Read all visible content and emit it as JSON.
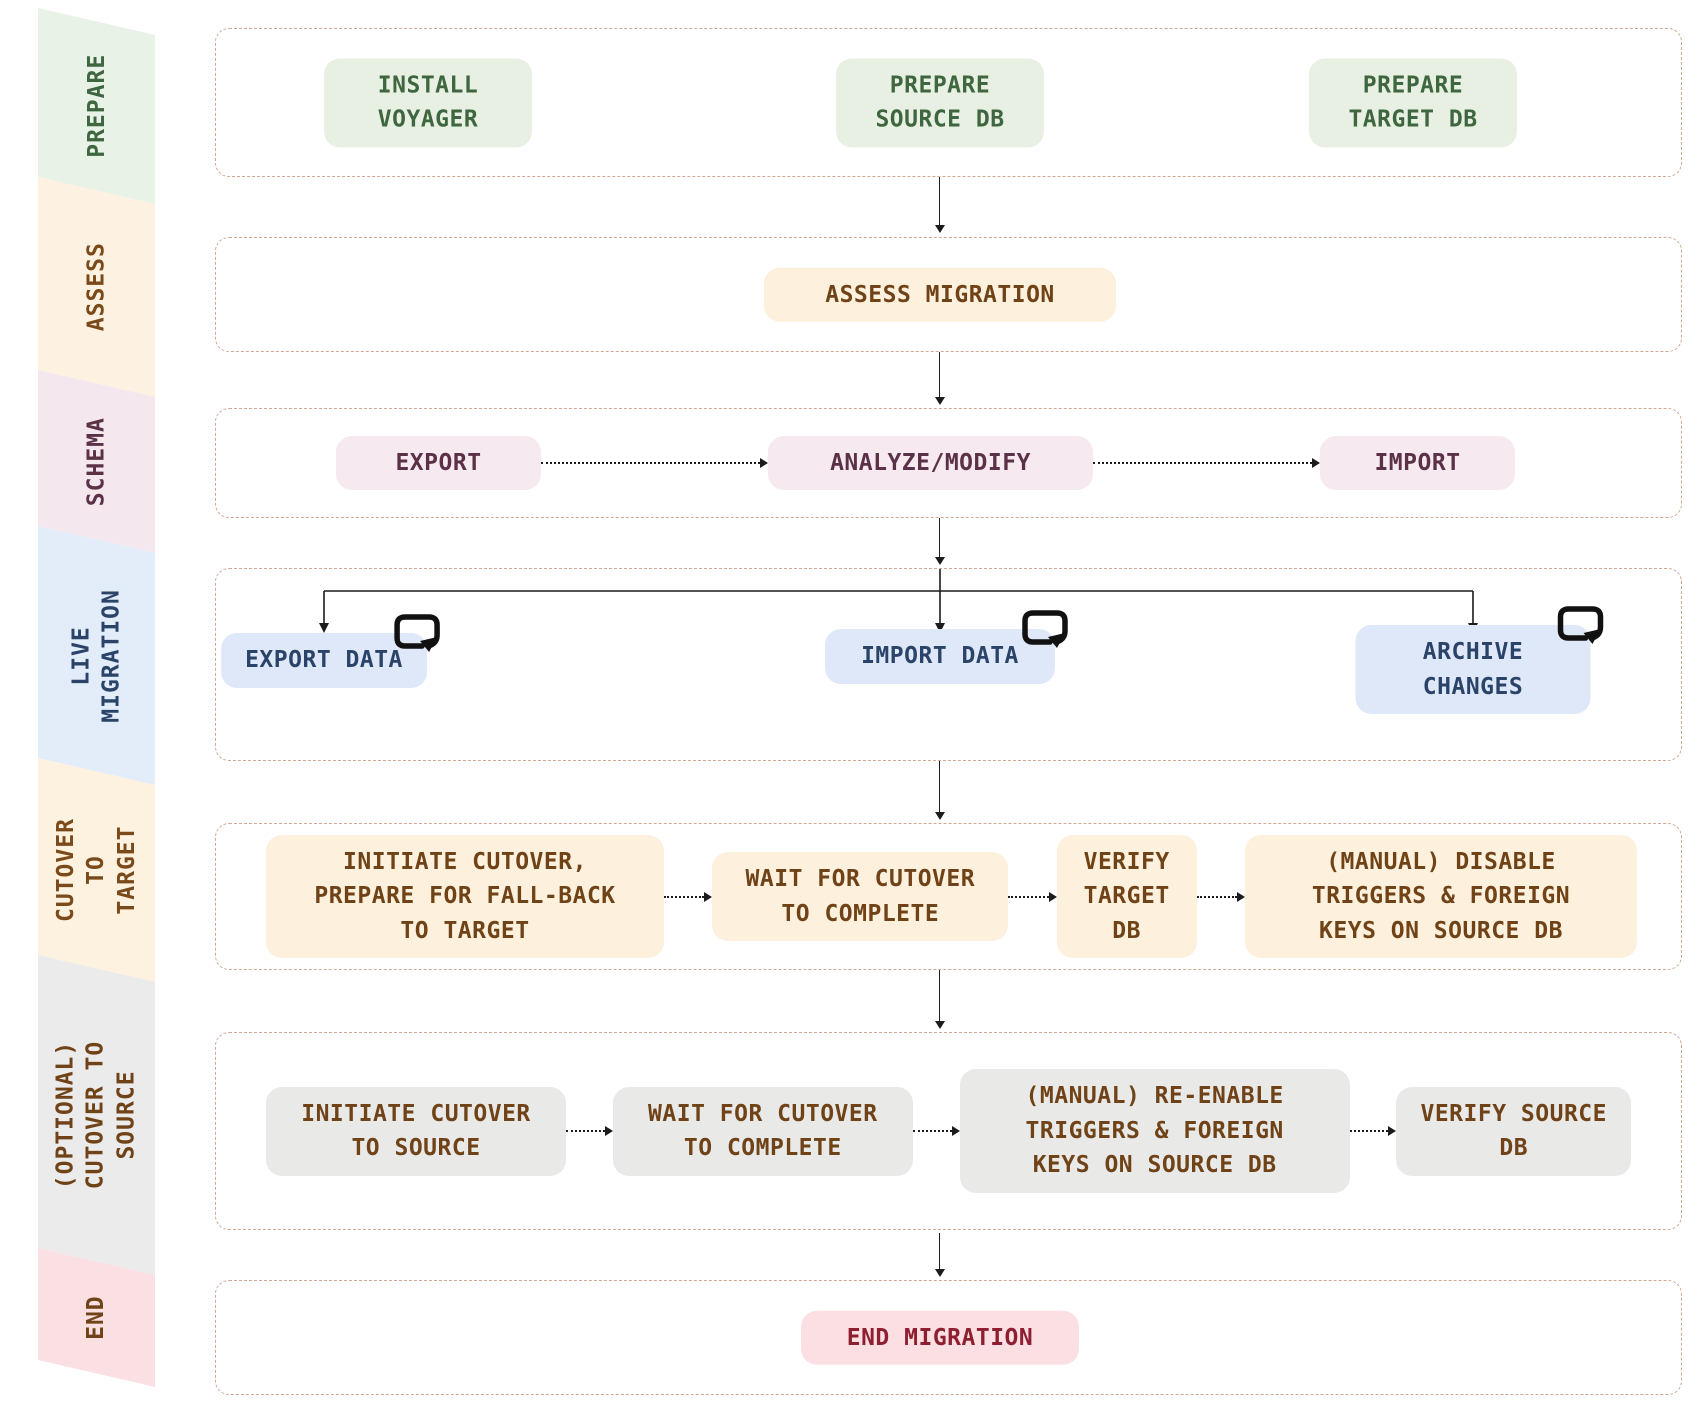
{
  "sidebar": {
    "phases": [
      {
        "id": "prepare",
        "label": "PREPARE",
        "bg": "#e9f2e6",
        "color": "#3e663f"
      },
      {
        "id": "assess",
        "label": "ASSESS",
        "bg": "#fdf1e2",
        "color": "#7a4a1a"
      },
      {
        "id": "schema",
        "label": "SCHEMA",
        "bg": "#f4e8ee",
        "color": "#5b3148"
      },
      {
        "id": "live-migration",
        "label": "LIVE\nMIGRATION",
        "bg": "#e3ecf9",
        "color": "#2a4368"
      },
      {
        "id": "cutover-to-target",
        "label": "CUTOVER TO\nTARGET",
        "bg": "#fdf1df",
        "color": "#7a4a1a"
      },
      {
        "id": "optional-cutover-to-source",
        "label": "(OPTIONAL)\nCUTOVER TO\nSOURCE",
        "bg": "#ebebeb",
        "color": "#6f4317"
      },
      {
        "id": "end",
        "label": "END",
        "bg": "#fbe0e3",
        "color": "#6f4317"
      }
    ]
  },
  "rows": {
    "prepare": {
      "boxes": [
        {
          "label": "INSTALL\nVOYAGER"
        },
        {
          "label": "PREPARE\nSOURCE DB"
        },
        {
          "label": "PREPARE\nTARGET DB"
        }
      ]
    },
    "assess": {
      "boxes": [
        {
          "label": "ASSESS MIGRATION"
        }
      ]
    },
    "schema": {
      "boxes": [
        {
          "label": "EXPORT"
        },
        {
          "label": "ANALYZE/MODIFY"
        },
        {
          "label": "IMPORT"
        }
      ]
    },
    "live_migration": {
      "boxes": [
        {
          "label": "EXPORT DATA"
        },
        {
          "label": "IMPORT DATA"
        },
        {
          "label": "ARCHIVE\nCHANGES"
        }
      ]
    },
    "cutover_target": {
      "boxes": [
        {
          "label": "INITIATE CUTOVER,\nPREPARE FOR FALL-BACK\nTO TARGET"
        },
        {
          "label": "WAIT FOR CUTOVER\nTO COMPLETE"
        },
        {
          "label": "VERIFY\nTARGET\nDB"
        },
        {
          "label": "(MANUAL) DISABLE\nTRIGGERS & FOREIGN\nKEYS ON SOURCE DB"
        }
      ]
    },
    "cutover_source": {
      "boxes": [
        {
          "label": "INITIATE CUTOVER\nTO SOURCE"
        },
        {
          "label": "WAIT FOR CUTOVER\nTO COMPLETE"
        },
        {
          "label": "(MANUAL) RE-ENABLE\nTRIGGERS & FOREIGN\nKEYS ON SOURCE DB"
        },
        {
          "label": "VERIFY SOURCE\nDB"
        }
      ]
    },
    "end": {
      "boxes": [
        {
          "label": "END MIGRATION"
        }
      ]
    }
  },
  "icons": {
    "loop": "loop-arrow-icon"
  },
  "colors": {
    "row_border": "#cfa893",
    "arrow": "#1c1c1c",
    "step_green_bg": "#e7f0e2",
    "step_green_text": "#3e663f",
    "step_cream_bg": "#fdf0dc",
    "step_cream_text": "#6f4317",
    "step_mauve_bg": "#f6e9ef",
    "step_mauve_text": "#5b3148",
    "step_blue_bg": "#dfe8f8",
    "step_blue_text": "#2a4368",
    "step_gray_bg": "#e9e9e8",
    "step_gray_text": "#6f4317",
    "step_pink_bg": "#fcdfe3",
    "step_pink_text": "#8e1f30"
  }
}
